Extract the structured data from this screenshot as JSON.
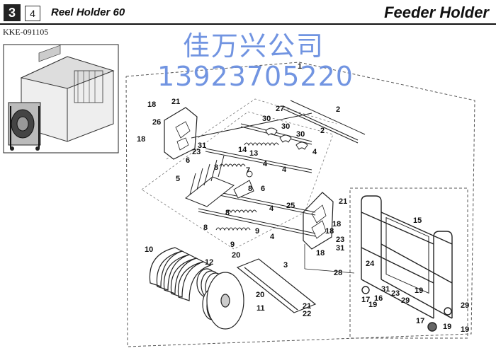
{
  "header": {
    "section_number": "3",
    "sub_number": "4",
    "title": "Reel Holder 60",
    "right_title": "Feeder Holder",
    "doc_code": "KKE-091105"
  },
  "watermark": {
    "line1": "佳万兴公司",
    "line2": "13923705220"
  },
  "part_labels": [
    "1",
    "2",
    "2",
    "3",
    "4",
    "4",
    "4",
    "4",
    "4",
    "5",
    "6",
    "6",
    "7",
    "8",
    "8",
    "8",
    "8",
    "9",
    "9",
    "10",
    "11",
    "12",
    "13",
    "14",
    "15",
    "16",
    "17",
    "17",
    "18",
    "18",
    "18",
    "18",
    "18",
    "19",
    "19",
    "19",
    "19",
    "20",
    "20",
    "21",
    "21",
    "21",
    "22",
    "23",
    "23",
    "23",
    "24",
    "25",
    "26",
    "27",
    "28",
    "29",
    "29",
    "30",
    "30",
    "30",
    "31",
    "31",
    "31"
  ]
}
